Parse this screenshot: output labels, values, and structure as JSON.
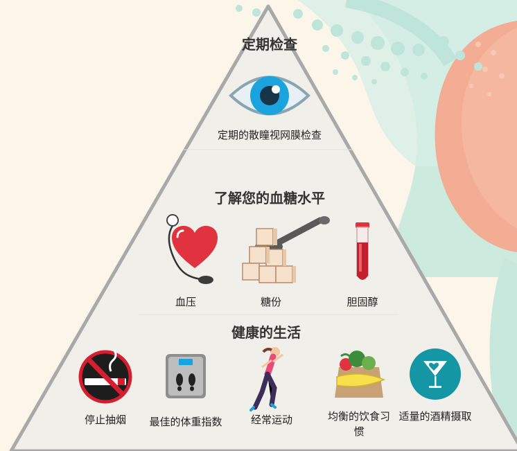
{
  "sections": {
    "top": {
      "title": "定期检查",
      "items": [
        {
          "label": "定期的散瞳视网膜检查",
          "icon": "eye-icon"
        }
      ]
    },
    "middle": {
      "title": "了解您的血糖水平",
      "items": [
        {
          "label": "血压",
          "icon": "blood-pressure-heart-icon"
        },
        {
          "label": "糖份",
          "icon": "sugar-cubes-spoon-icon"
        },
        {
          "label": "胆固醇",
          "icon": "blood-test-tube-icon"
        }
      ]
    },
    "bottom": {
      "title": "健康的生活",
      "items": [
        {
          "label": "停止抽烟",
          "icon": "no-smoking-icon"
        },
        {
          "label": "最佳的体重指数",
          "icon": "weighing-scale-icon"
        },
        {
          "label": "经常运动",
          "icon": "running-woman-icon"
        },
        {
          "label": "均衡的饮食习惯",
          "icon": "healthy-food-bag-icon"
        },
        {
          "label": "适量的酒精摄取",
          "icon": "cocktail-glass-icon"
        }
      ]
    }
  },
  "colors": {
    "background": "#fbf5ea",
    "pyramid_fill": "#f1efea",
    "pyramid_border": "#a9a9a9",
    "mint": "#bfe5da",
    "coral": "#f2a48e",
    "heart_red": "#e0333f",
    "eye_blue": "#1aa3dc",
    "teal": "#1596a4",
    "no_smoking_red": "#d61e2f"
  }
}
